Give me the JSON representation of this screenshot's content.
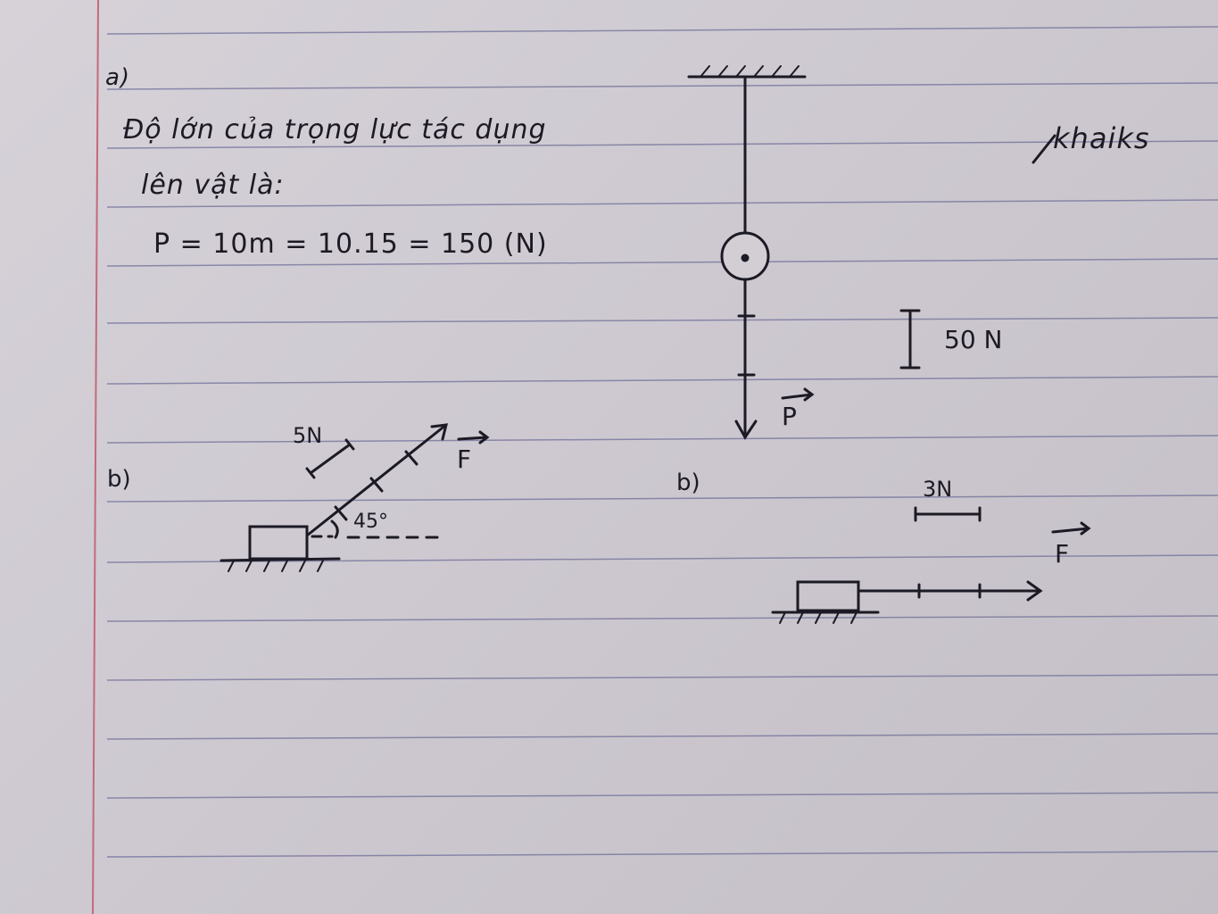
{
  "part_a": {
    "label": "a)",
    "line1": "Độ lớn của trọng lực tác dụng",
    "line2": "lên vật là:",
    "formula": "P = 10m = 10.15 = 150 (N)",
    "diagram": {
      "scale_label": "50 N",
      "vector_label": "P",
      "scale_segments": 3
    }
  },
  "signature": "khaiks",
  "part_b_left": {
    "label": "b)",
    "scale_label": "5N",
    "vector_label": "F",
    "angle_label": "45°",
    "scale_segments": 4
  },
  "part_b_right": {
    "label": "b)",
    "scale_label": "3N",
    "vector_label": "F",
    "scale_segments": 3
  },
  "colors": {
    "ink": "#1c1a24",
    "rule": "#5a5a8c",
    "margin": "#c46a7a"
  }
}
